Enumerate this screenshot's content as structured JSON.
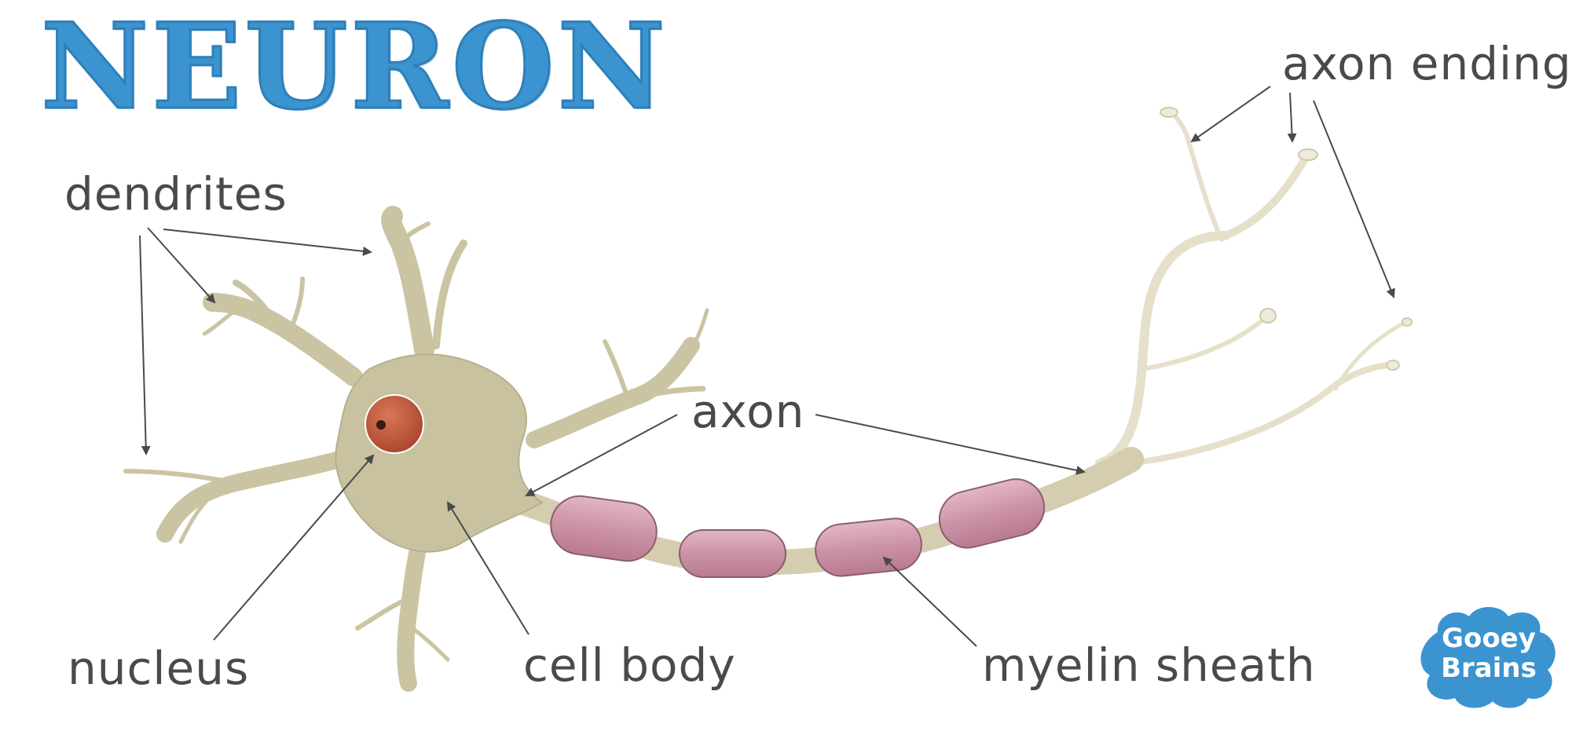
{
  "title": "NEURON",
  "labels": {
    "dendrites": "dendrites",
    "axon": "axon",
    "axon_ending": "axon ending",
    "nucleus": "nucleus",
    "cell_body": "cell body",
    "myelin_sheath": "myelin sheath"
  },
  "logo": {
    "line1": "Gooey",
    "line2": "Brains"
  },
  "colors": {
    "title": "#3b93cf",
    "cell": "#c9c2a0",
    "axon_light": "#e8e3cf",
    "myelin": "#c98fa3",
    "nucleus": "#c0593a",
    "label_text": "#4a4a4a",
    "logo_bg": "#3b93cf"
  }
}
